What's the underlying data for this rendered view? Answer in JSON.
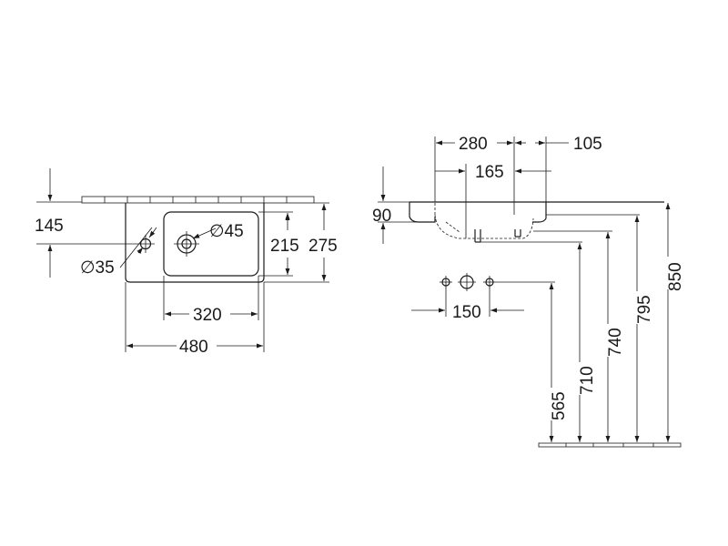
{
  "top_view": {
    "dimensions": {
      "d145": "145",
      "d35": "∅35",
      "d45": "∅45",
      "d215": "215",
      "d275": "275",
      "d320": "320",
      "d480": "480"
    }
  },
  "side_view": {
    "dimensions": {
      "d280": "280",
      "d105": "105",
      "d165": "165",
      "d90": "90",
      "d150": "150",
      "d850": "850",
      "d795": "795",
      "d740": "740",
      "d710": "710",
      "d565": "565"
    }
  }
}
